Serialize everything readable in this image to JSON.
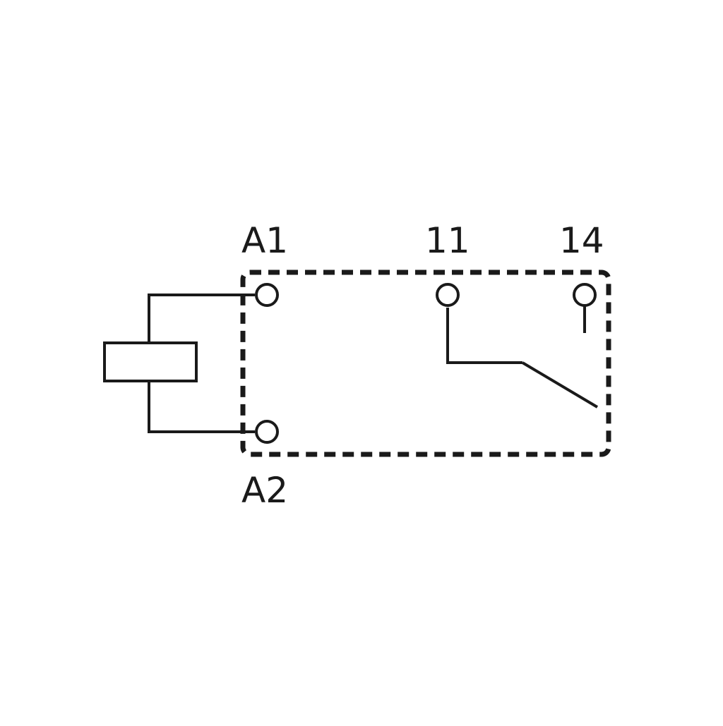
{
  "diagram": {
    "type": "relay-schematic",
    "stroke_color": "#1a1a1a",
    "background_color": "#ffffff",
    "terminals": {
      "a1": "A1",
      "a2": "A2",
      "t11": "11",
      "t14": "14"
    },
    "contact": "normally-open",
    "housing_outline": "dashed"
  }
}
